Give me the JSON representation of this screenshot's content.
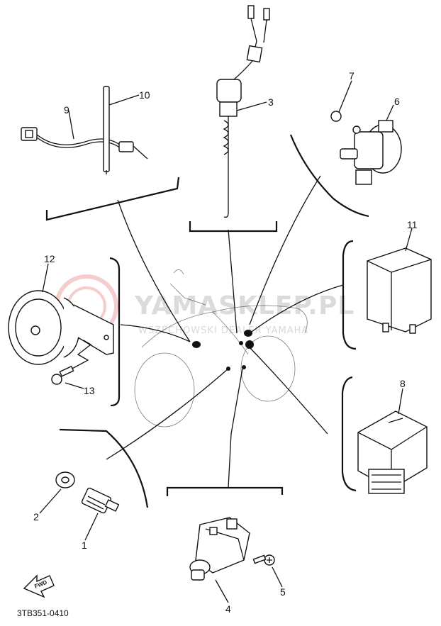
{
  "diagram": {
    "code": "3TB351-0410",
    "fwd_label": "FWD",
    "watermark": {
      "main": "YAMASKLEP.PL",
      "sub": "WSZECHOWSKI DEALER YAMAHA"
    },
    "callouts": [
      {
        "id": "c1",
        "label": "1"
      },
      {
        "id": "c2",
        "label": "2"
      },
      {
        "id": "c3",
        "label": "3"
      },
      {
        "id": "c4",
        "label": "4"
      },
      {
        "id": "c5",
        "label": "5"
      },
      {
        "id": "c6",
        "label": "6"
      },
      {
        "id": "c7",
        "label": "7"
      },
      {
        "id": "c8",
        "label": "8"
      },
      {
        "id": "c9",
        "label": "9"
      },
      {
        "id": "c10",
        "label": "10"
      },
      {
        "id": "c11",
        "label": "11"
      },
      {
        "id": "c12",
        "label": "12"
      },
      {
        "id": "c13",
        "label": "13"
      }
    ]
  }
}
